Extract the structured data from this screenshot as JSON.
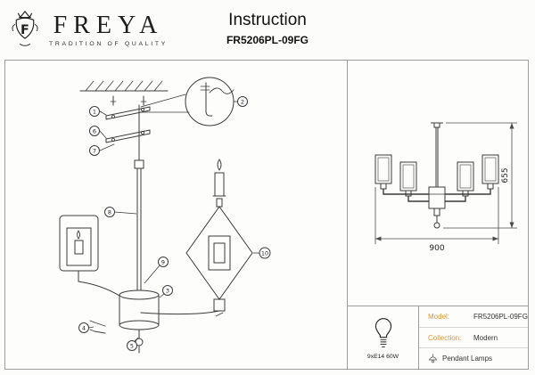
{
  "header": {
    "brand": "FREYA",
    "tagline": "TRADITION OF QUALITY",
    "crest_letter": "F",
    "title": "Instruction",
    "model": "FR5206PL-09FG"
  },
  "assembly": {
    "callouts": [
      "1",
      "2",
      "3",
      "4",
      "5",
      "6",
      "7",
      "8",
      "9",
      "10"
    ]
  },
  "dimensions": {
    "height": "655",
    "width": "900"
  },
  "specs": {
    "bulb": "9xE14 60W",
    "model_label": "Model:",
    "model_value": "FR5206PL-09FG",
    "collection_label": "Collection:",
    "collection_value": "Modern",
    "category": "Pendant Lamps"
  },
  "colors": {
    "accent": "#e0952f",
    "line": "#3b3b3b"
  }
}
